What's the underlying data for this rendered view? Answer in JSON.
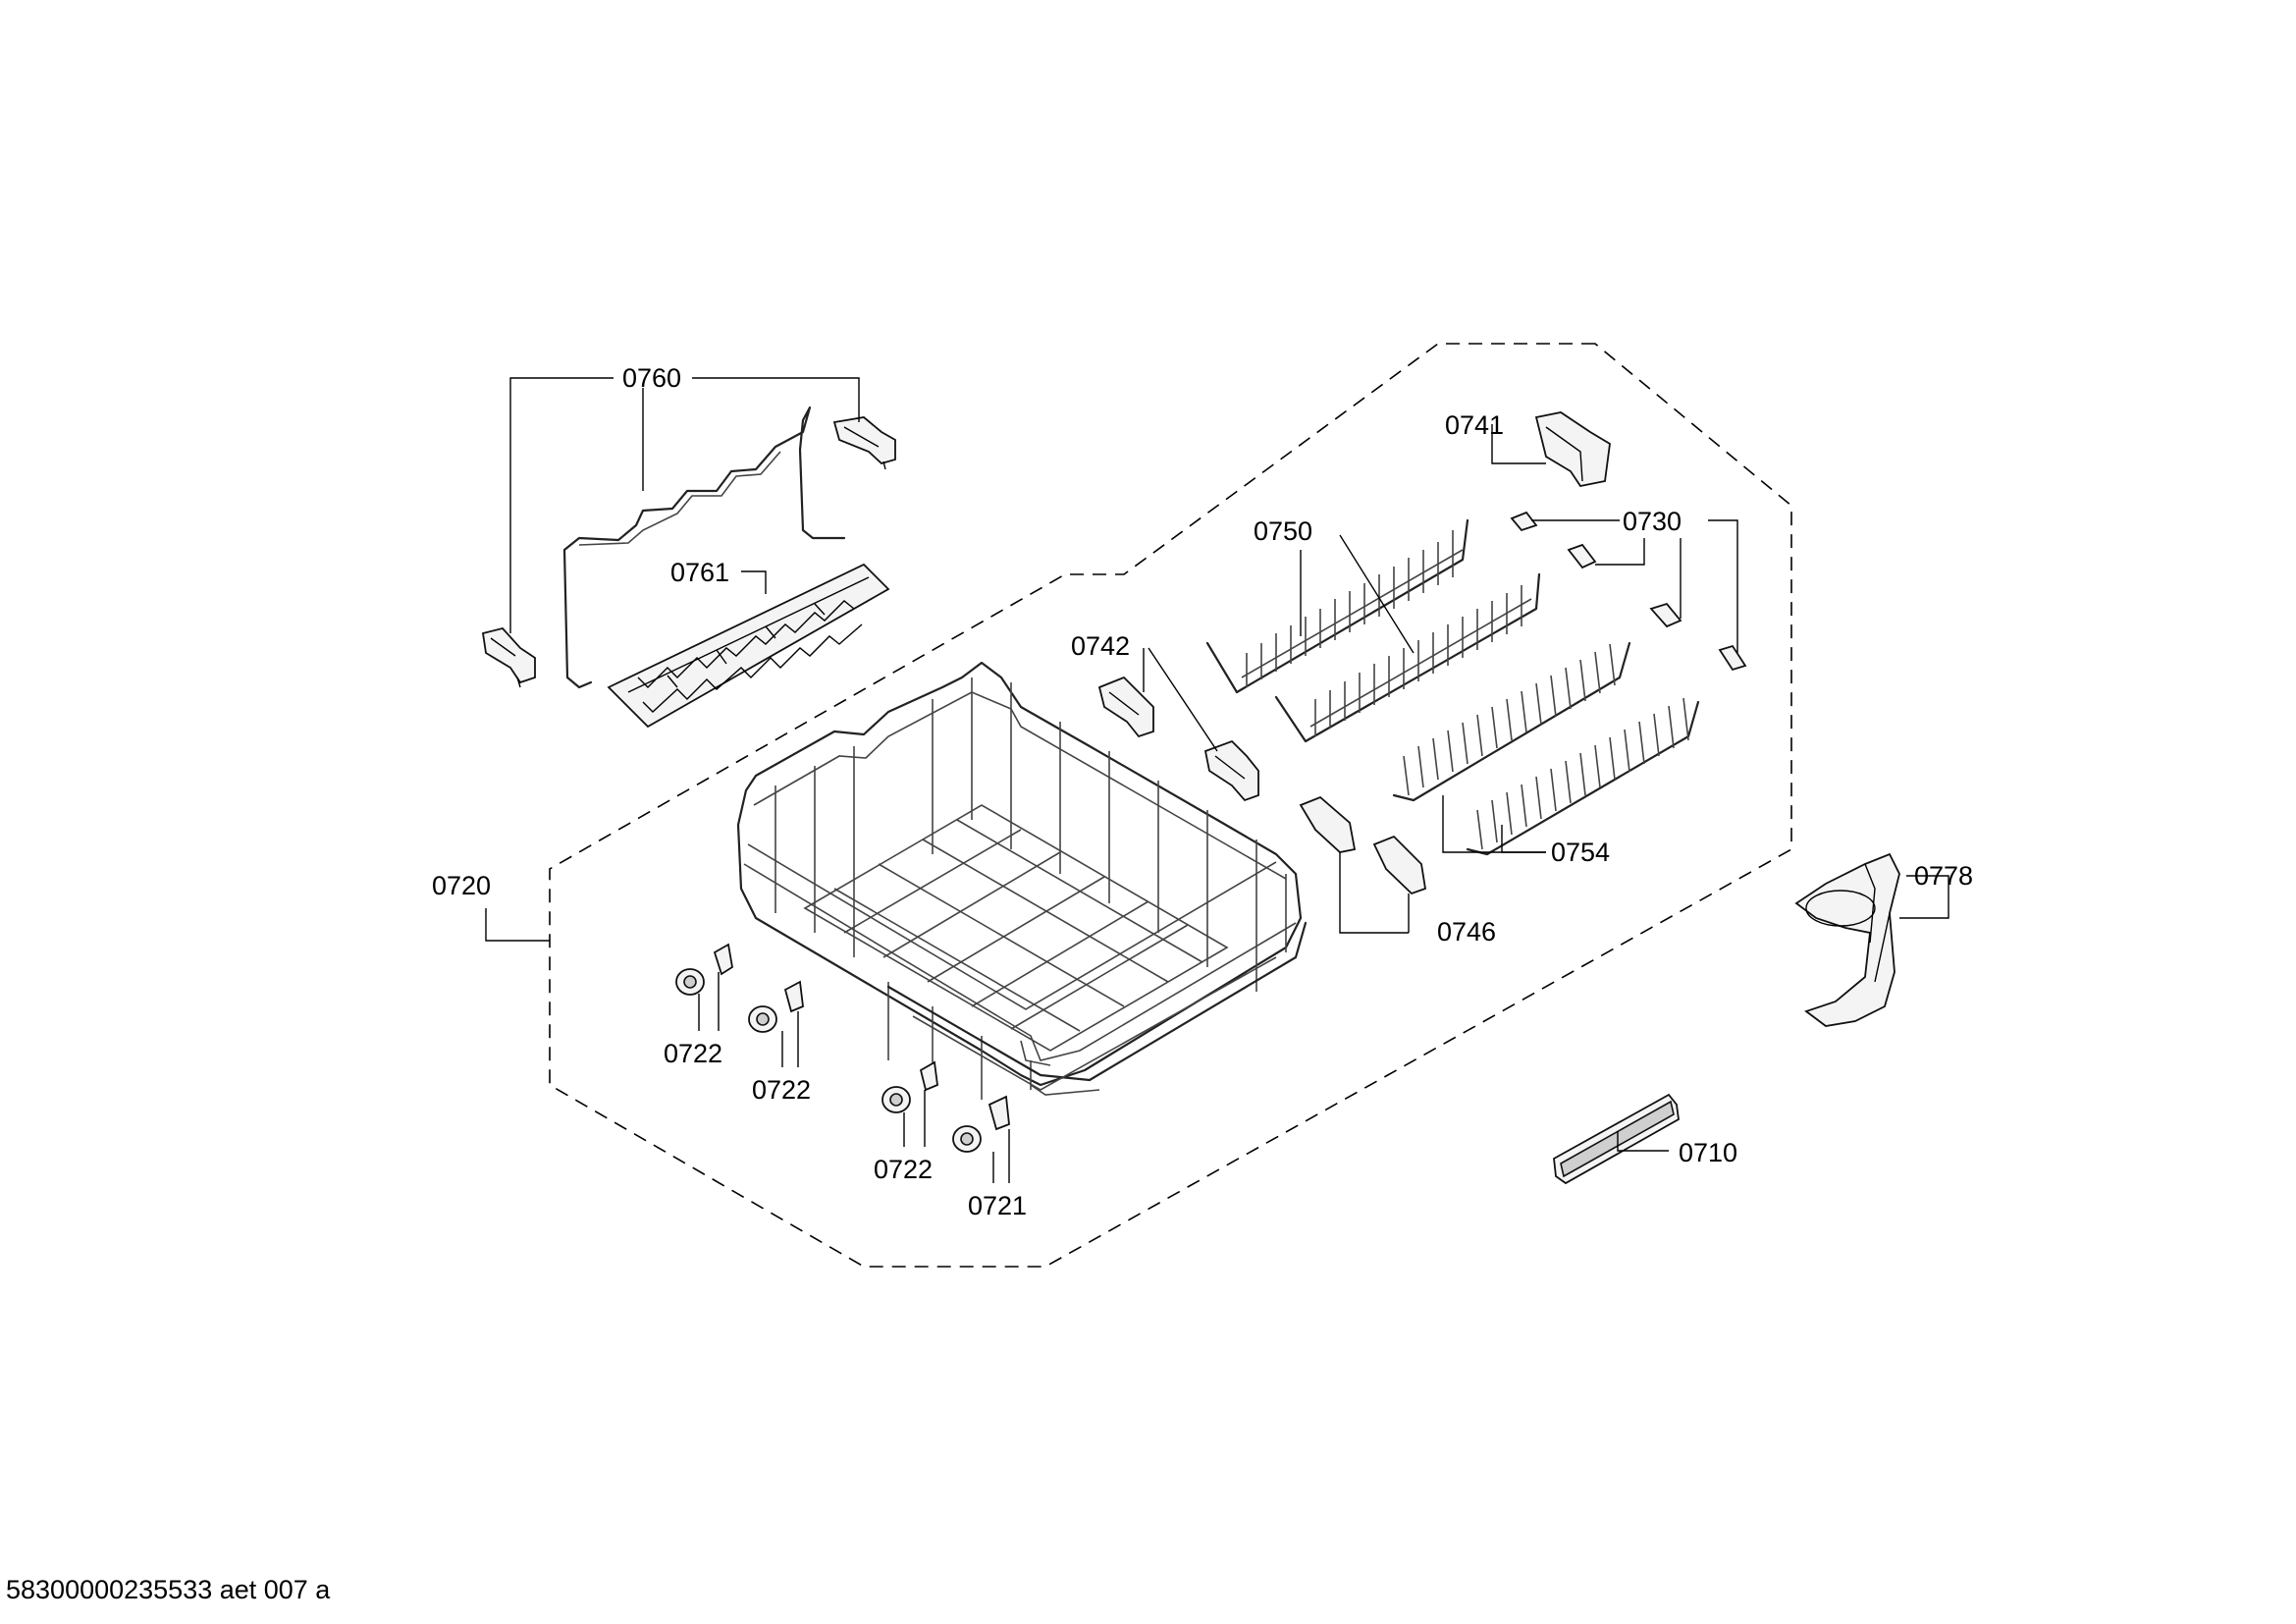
{
  "labels": {
    "l0760": "0760",
    "l0761": "0761",
    "l0741": "0741",
    "l0750": "0750",
    "l0730": "0730",
    "l0742": "0742",
    "l0754": "0754",
    "l0746": "0746",
    "l0720": "0720",
    "l0778": "0778",
    "l0722a": "0722",
    "l0722b": "0722",
    "l0722c": "0722",
    "l0721": "0721",
    "l0710": "0710"
  },
  "footer": "58300000235533 aet 007 a"
}
